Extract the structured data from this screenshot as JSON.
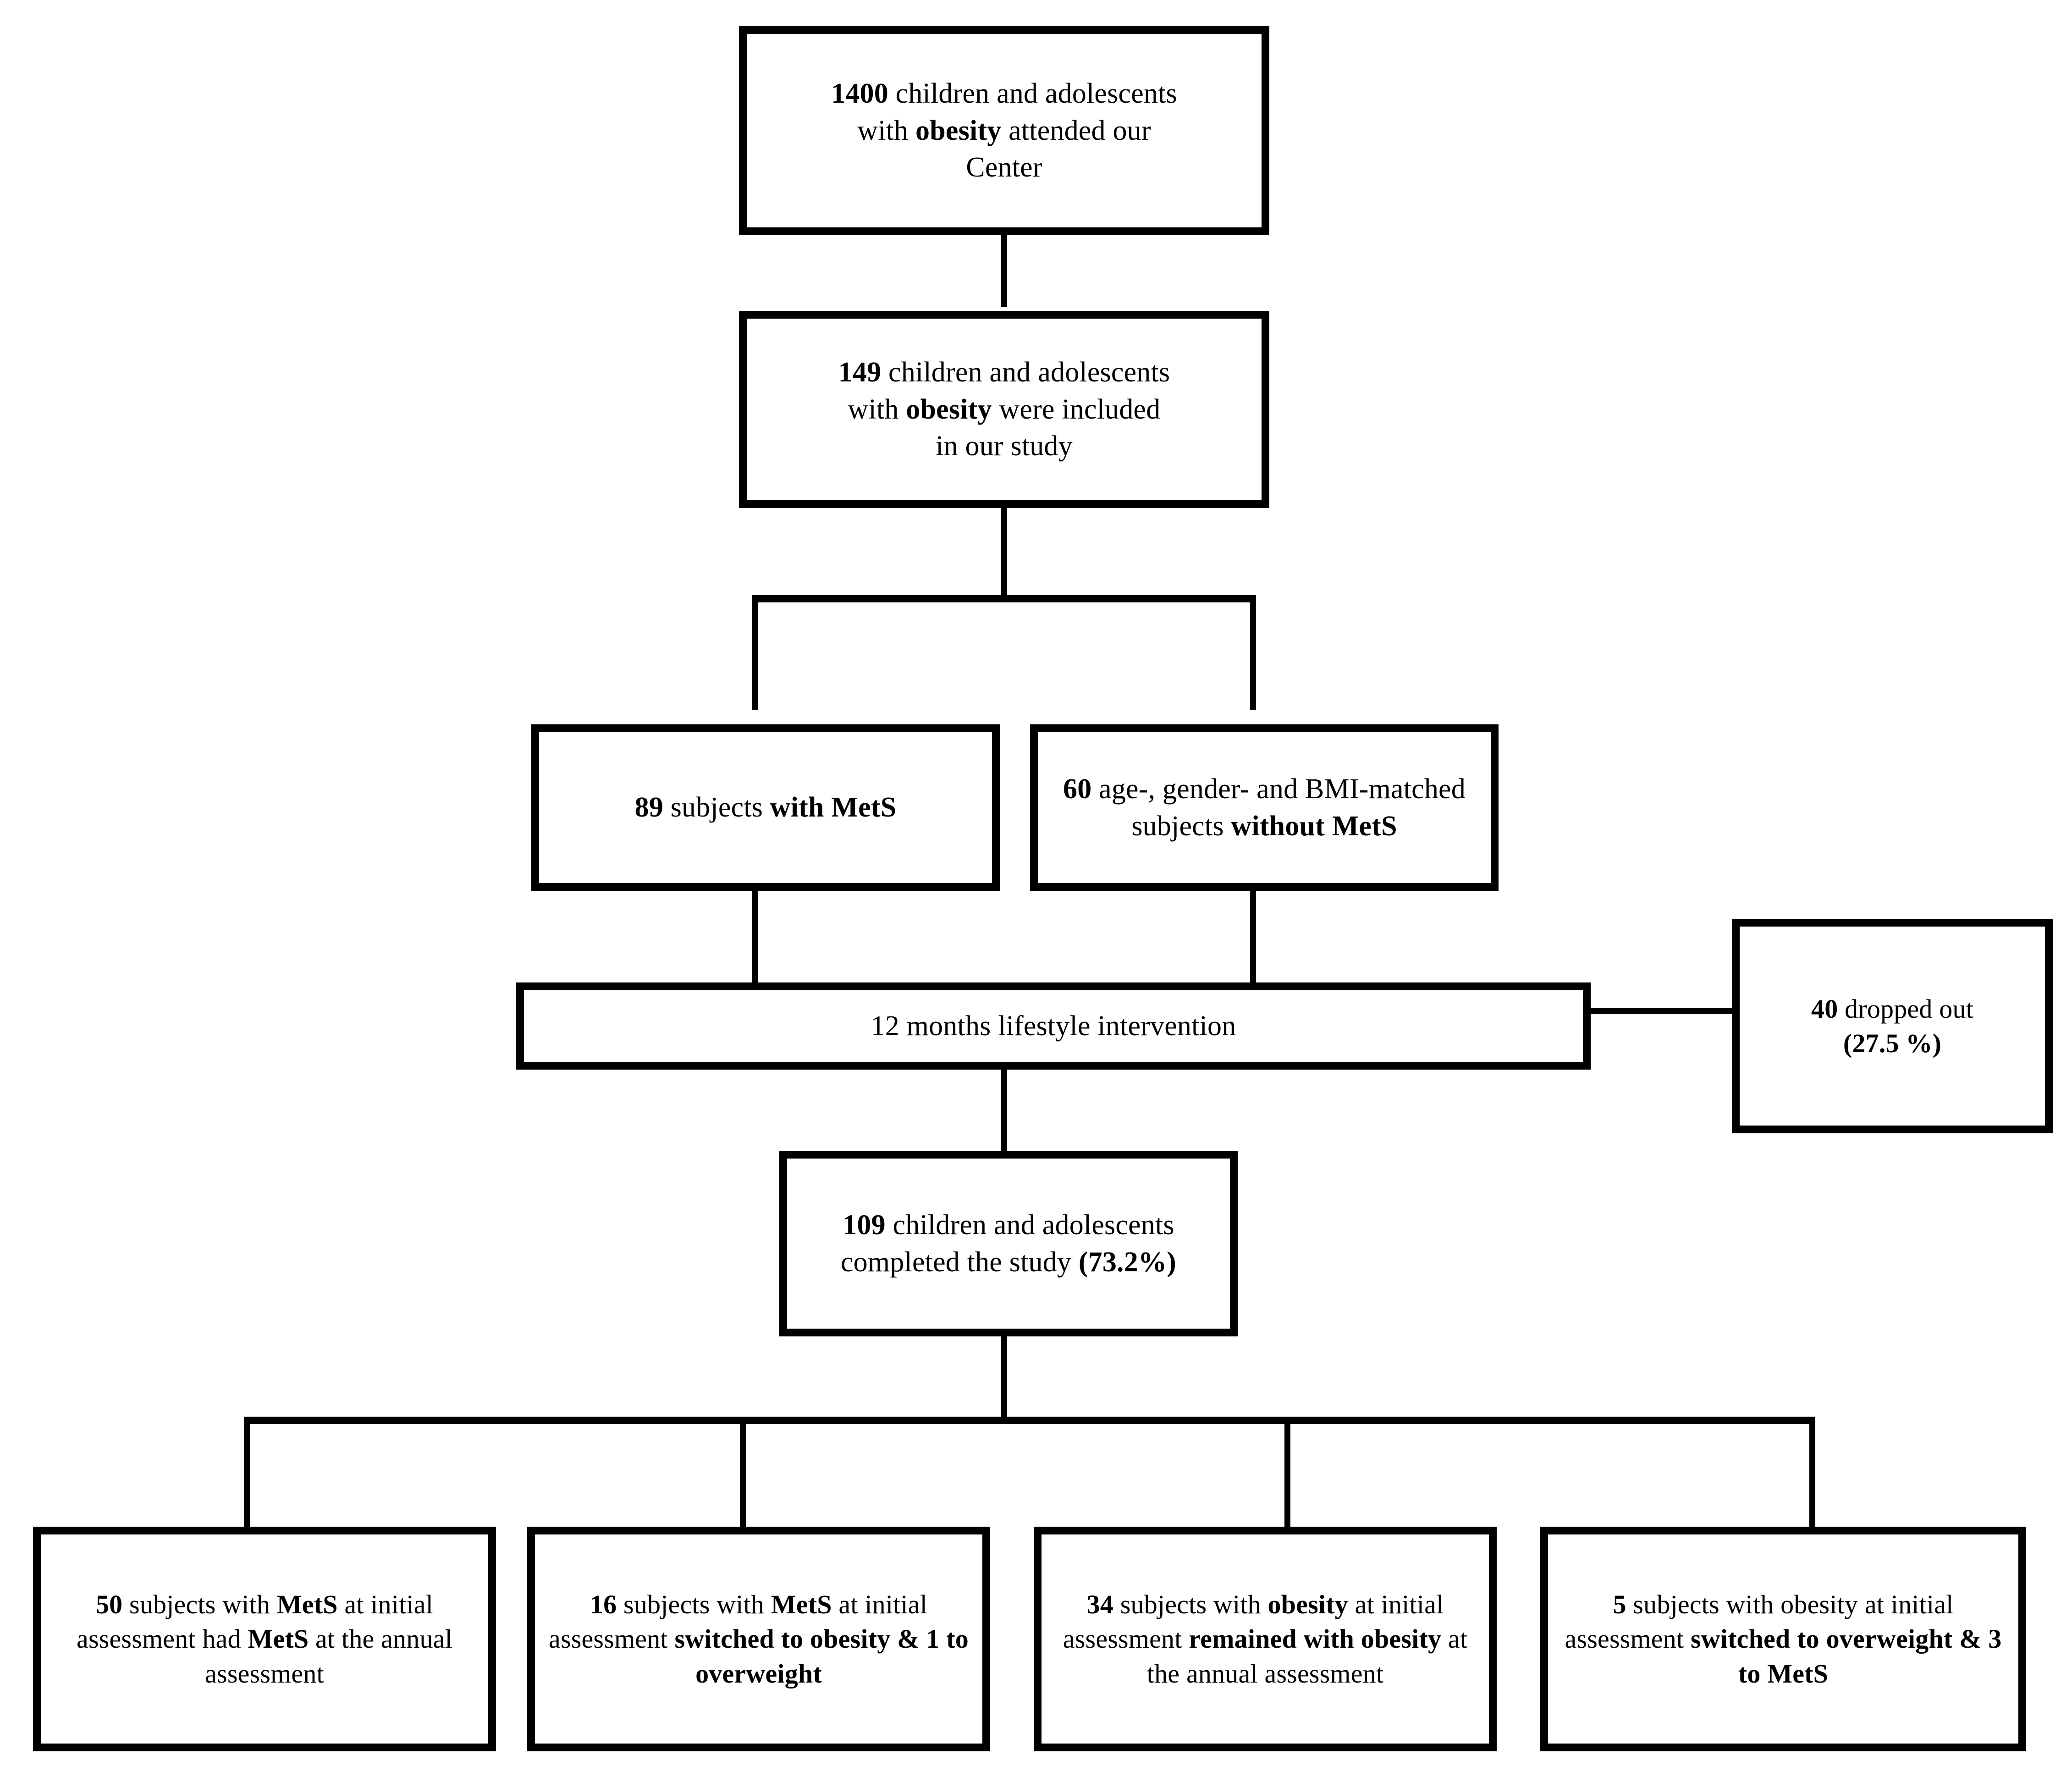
{
  "diagram": {
    "type": "flowchart",
    "title": "Study enrollment and follow-up flow diagram",
    "orientation": "top-down",
    "box_border_color": "#000000",
    "box_fill_color": "#ffffff",
    "text_color": "#000000"
  },
  "nodes": {
    "enrolled": {
      "id": "enrolled",
      "count": "1400",
      "line1_bold": "1400",
      "line1_rest": " children and adolescents",
      "line2_pre": "with ",
      "line2_bold": "obesity",
      "line2_post": " attended our",
      "line3": "Center",
      "plain_text": "1400 children and adolescents with obesity attended our Center"
    },
    "included": {
      "id": "included",
      "count": "149",
      "line1_bold": "149",
      "line1_rest": " children and adolescents",
      "line2_pre": "with ",
      "line2_bold": "obesity",
      "line2_post": " were included",
      "line3": "in our study",
      "plain_text": "149 children and adolescents with obesity were included in our study"
    },
    "with_mets": {
      "id": "with_mets",
      "count": "89",
      "bold1": "89",
      "mid": " subjects ",
      "bold2": "with MetS",
      "plain_text": "89 subjects with MetS"
    },
    "without_mets": {
      "id": "without_mets",
      "count": "60",
      "bold1": "60",
      "mid": " age-, gender- and BMI-matched subjects ",
      "bold2": "without MetS",
      "plain_text": "60 age-, gender- and BMI-matched subjects without MetS"
    },
    "intervention": {
      "id": "intervention",
      "label": "12 months lifestyle intervention",
      "plain_text": "12 months lifestyle intervention"
    },
    "dropped_out": {
      "id": "dropped_out",
      "count": "40",
      "bold1": "40",
      "mid": " dropped out",
      "bold2": "(27.5 %)",
      "percent": "27.5 %",
      "plain_text": "40 dropped out (27.5 %)"
    },
    "completed": {
      "id": "completed",
      "count": "109",
      "bold1": "109",
      "mid": " children and adolescents completed the study ",
      "bold2": "(73.2%)",
      "percent": "73.2%",
      "plain_text": "109 children and adolescents completed the study (73.2%)"
    }
  },
  "outcomes": [
    {
      "id": "outcome_50",
      "count": "50",
      "seg1_bold": "50",
      "seg2": " subjects with ",
      "seg3_bold": "MetS",
      "seg4": " at initial assessment had ",
      "seg5_bold": "MetS",
      "seg6": " at the annual assessment",
      "plain_text": "50 subjects with MetS at initial assessment had MetS at the annual assessment"
    },
    {
      "id": "outcome_16",
      "count": "16",
      "seg1_bold": "16",
      "seg2": " subjects with ",
      "seg3_bold": "MetS",
      "seg4": " at initial assessment ",
      "seg5_bold": "switched to obesity & 1 to overweight",
      "seg6": "",
      "plain_text": "16 subjects with MetS at initial assessment switched to obesity & 1 to overweight"
    },
    {
      "id": "outcome_34",
      "count": "34",
      "seg1_bold": "34",
      "seg2": " subjects with ",
      "seg3_bold": "obesity",
      "seg4": " at initial assessment ",
      "seg5_bold": "remained with obesity",
      "seg6": " at the annual assessment",
      "plain_text": "34 subjects with obesity at initial assessment remained with obesity at the annual assessment"
    },
    {
      "id": "outcome_5",
      "count": "5",
      "seg1_bold": "5",
      "seg2": " subjects with obesity at initial assessment ",
      "seg3_bold": "switched to overweight & 3 to MetS",
      "seg4": "",
      "seg5_bold": "",
      "seg6": "",
      "plain_text": "5 subjects with obesity at initial assessment switched to overweight & 3 to MetS"
    }
  ]
}
